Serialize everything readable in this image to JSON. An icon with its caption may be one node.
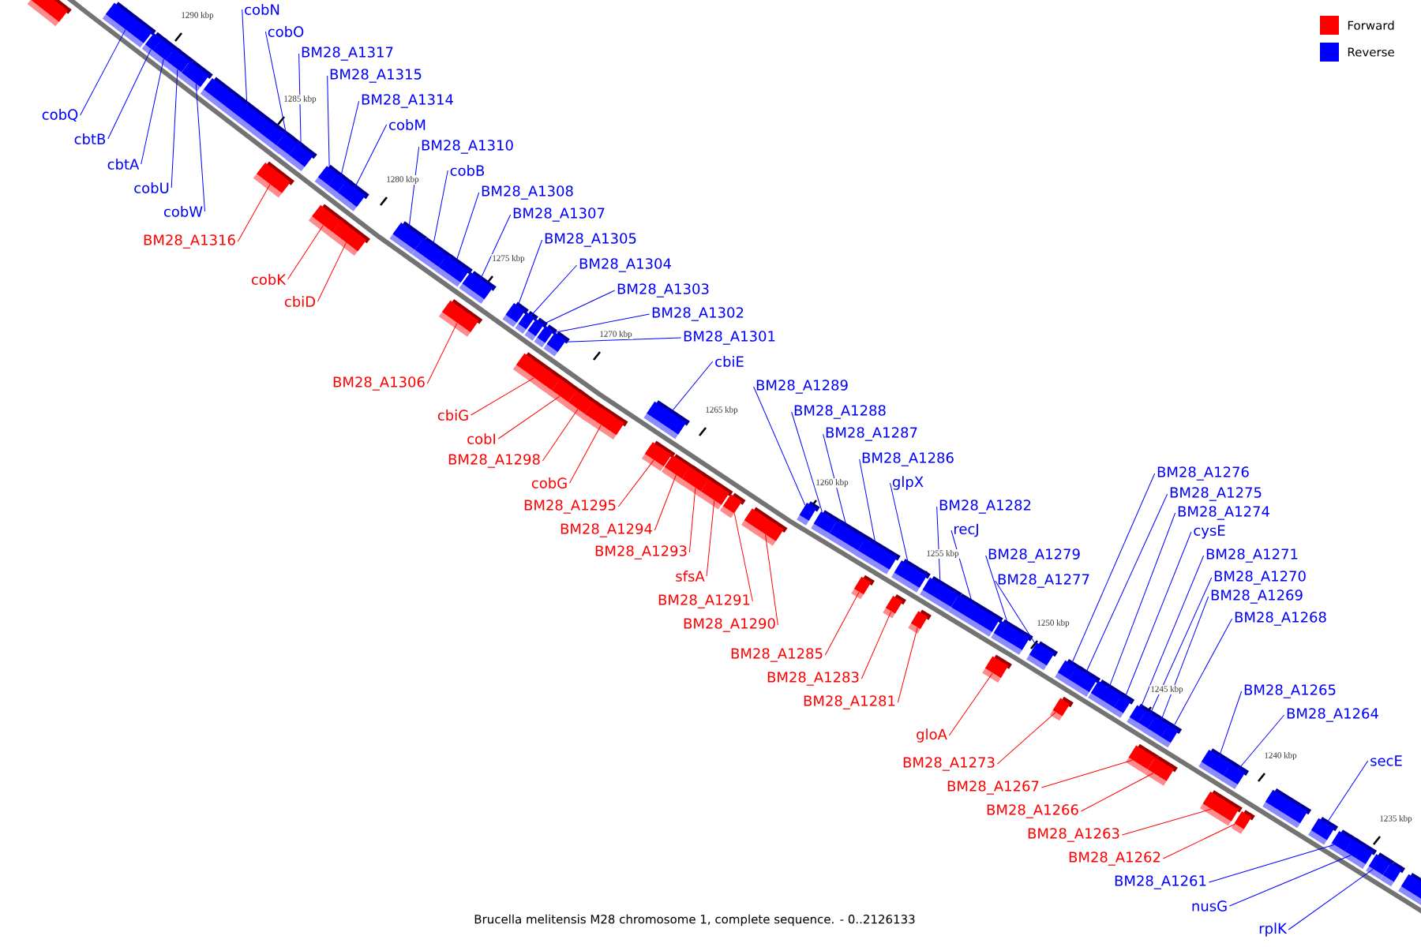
{
  "diagram": {
    "caption": "Brucella melitensis M28 chromosome 1, complete sequence. - 0..2126133",
    "nodes": [
      {
        "text": [
          "cobN"
        ]
      },
      {
        "text": [
          "cobO"
        ]
      },
      {
        "text": [
          "BM28_A1317"
        ]
      },
      {
        "text": [
          "BM28_A1315"
        ]
      },
      {
        "text": [
          "BM28_A1314"
        ]
      },
      {
        "text": [
          "cobM"
        ]
      },
      {
        "text": [
          "BM28_A1310"
        ]
      },
      {
        "text": [
          "cobB"
        ]
      },
      {
        "text": [
          "BM28_A1308"
        ]
      },
      {
        "text": [
          "BM28_A1307"
        ]
      },
      {
        "text": [
          "BM28_A1305"
        ]
      },
      {
        "text": [
          "BM28_A1304"
        ]
      },
      {
        "text": [
          "BM28_A1303"
        ]
      },
      {
        "text": [
          "BM28_A1302"
        ]
      },
      {
        "text": [
          "BM28_A1301"
        ]
      },
      {
        "text": [
          "cbiE"
        ]
      },
      {
        "text": [
          "BM28_A1289"
        ]
      },
      {
        "text": [
          "BM28_A1288"
        ]
      },
      {
        "text": [
          "BM28_A1287"
        ]
      },
      {
        "text": [
          "BM28_A1286"
        ]
      },
      {
        "text": [
          "glpX"
        ]
      },
      {
        "text": [
          "BM28_A1282"
        ]
      },
      {
        "text": [
          "recJ"
        ]
      },
      {
        "text": [
          "BM28_A1279"
        ]
      },
      {
        "text": [
          "BM28_A1277"
        ]
      },
      {
        "text": [
          "BM28_A1276"
        ]
      },
      {
        "text": [
          "BM28_A1275"
        ]
      },
      {
        "text": [
          "BM28_A1274"
        ]
      },
      {
        "text": [
          "cysE"
        ]
      },
      {
        "text": [
          "BM28_A1271"
        ]
      },
      {
        "text": [
          "BM28_A1270"
        ]
      },
      {
        "text": [
          "BM28_A1269"
        ]
      },
      {
        "text": [
          "BM28_A1268"
        ]
      },
      {
        "text": [
          "BM28_A1265"
        ]
      },
      {
        "text": [
          "BM28_A1264"
        ]
      },
      {
        "text": [
          "secE"
        ]
      },
      {
        "text": [
          "cobQ"
        ]
      },
      {
        "text": [
          "cbtB"
        ]
      },
      {
        "text": [
          "cbtA"
        ]
      },
      {
        "text": [
          "cobU"
        ]
      },
      {
        "text": [
          "cobW"
        ]
      },
      {
        "text": [
          "BM28_A1261"
        ]
      },
      {
        "text": [
          "nusG"
        ]
      },
      {
        "text": [
          "rplK"
        ]
      },
      {
        "text": [
          "BM28_A1316"
        ]
      },
      {
        "text": [
          "cobK"
        ]
      },
      {
        "text": [
          "cbiD"
        ]
      },
      {
        "text": [
          "BM28_A1306"
        ]
      },
      {
        "text": [
          "cbiG"
        ]
      },
      {
        "text": [
          "cobI"
        ]
      },
      {
        "text": [
          "BM28_A1298"
        ]
      },
      {
        "text": [
          "cobG"
        ]
      },
      {
        "text": [
          "BM28_A1295"
        ]
      },
      {
        "text": [
          "BM28_A1294"
        ]
      },
      {
        "text": [
          "BM28_A1293"
        ]
      },
      {
        "text": [
          "sfsA"
        ]
      },
      {
        "text": [
          "BM28_A1291"
        ]
      },
      {
        "text": [
          "BM28_A1290"
        ]
      },
      {
        "text": [
          "BM28_A1285"
        ]
      },
      {
        "text": [
          "BM28_A1283"
        ]
      },
      {
        "text": [
          "BM28_A1281"
        ]
      },
      {
        "text": [
          "gloA"
        ]
      },
      {
        "text": [
          "BM28_A1273"
        ]
      },
      {
        "text": [
          "BM28_A1267"
        ]
      },
      {
        "text": [
          "BM28_A1266"
        ]
      },
      {
        "text": [
          "BM28_A1263"
        ]
      },
      {
        "text": [
          "BM28_A1262"
        ]
      },
      {
        "text": [],
        "shape": "box"
      },
      {
        "text": [],
        "shape": "box"
      },
      {
        "text": [],
        "shape": "box"
      },
      {
        "text": [],
        "shape": "box"
      },
      {
        "text": [],
        "shape": "box"
      },
      {
        "text": [],
        "shape": "box"
      },
      {
        "text": [],
        "shape": "box"
      },
      {
        "text": [],
        "shape": "box"
      },
      {
        "text": [],
        "shape": "box"
      },
      {
        "text": [],
        "shape": "box"
      },
      {
        "text": [],
        "shape": "box"
      },
      {
        "text": [],
        "shape": "box"
      },
      {
        "text": [],
        "shape": "box"
      },
      {
        "text": [],
        "shape": "box"
      },
      {
        "text": [],
        "shape": "box"
      },
      {
        "text": [],
        "shape": "box"
      },
      {
        "text": [],
        "shape": "box"
      },
      {
        "text": [],
        "shape": "box"
      },
      {
        "text": [],
        "shape": "box"
      },
      {
        "text": [],
        "shape": "box"
      },
      {
        "text": [],
        "shape": "box"
      },
      {
        "text": [],
        "shape": "box"
      },
      {
        "text": [],
        "shape": "box"
      },
      {
        "text": [],
        "shape": "box"
      },
      {
        "text": [],
        "shape": "box"
      },
      {
        "text": [],
        "shape": "box"
      },
      {
        "text": [],
        "shape": "box"
      },
      {
        "text": [],
        "shape": "box"
      },
      {
        "text": [],
        "shape": "box"
      },
      {
        "text": [],
        "shape": "box"
      },
      {
        "text": [],
        "shape": "box"
      },
      {
        "text": [],
        "shape": "box"
      },
      {
        "text": [],
        "shape": "box"
      },
      {
        "text": [],
        "shape": "box"
      },
      {
        "text": [],
        "shape": "box"
      },
      {
        "text": [],
        "shape": "box"
      },
      {
        "text": [],
        "shape": "box"
      },
      {
        "text": [],
        "shape": "box"
      },
      {
        "text": [],
        "shape": "box"
      },
      {
        "text": [],
        "shape": "box"
      },
      {
        "text": [],
        "shape": "box"
      },
      {
        "text": [],
        "shape": "box"
      },
      {
        "text": [],
        "shape": "box"
      },
      {
        "text": [],
        "shape": "box"
      },
      {
        "text": [],
        "shape": "box"
      },
      {
        "text": [],
        "shape": "box"
      },
      {
        "text": [],
        "shape": "box"
      },
      {
        "text": [],
        "shape": "box"
      },
      {
        "text": [],
        "shape": "box"
      },
      {
        "text": [],
        "shape": "box"
      },
      {
        "text": [],
        "shape": "box"
      },
      {
        "text": [],
        "shape": "box"
      },
      {
        "text": [],
        "shape": "box"
      },
      {
        "text": [],
        "shape": "box"
      },
      {
        "text": [],
        "shape": "box"
      },
      {
        "text": [],
        "shape": "box"
      },
      {
        "text": [],
        "shape": "box"
      },
      {
        "text": [],
        "shape": "box"
      },
      {
        "text": [],
        "shape": "box"
      },
      {
        "text": [],
        "shape": "box"
      },
      {
        "text": [],
        "shape": "box"
      },
      {
        "text": [],
        "shape": "box"
      },
      {
        "text": [],
        "shape": "box"
      },
      {
        "text": [],
        "shape": "box"
      },
      {
        "text": [],
        "shape": "box"
      },
      {
        "text": [],
        "shape": "box"
      },
      {
        "text": [],
        "shape": "box"
      },
      {
        "text": [],
        "shape": "box"
      },
      {
        "text": [],
        "shape": "box"
      },
      {
        "text": [],
        "shape": "box"
      },
      {
        "text": [],
        "shape": "box"
      }
    ],
    "edges": [
      {
        "from": 0,
        "to": 73,
        "arrow": "none",
        "color": "#0000ff"
      },
      {
        "from": 1,
        "to": 74,
        "arrow": "none",
        "color": "#0000ff"
      },
      {
        "from": 2,
        "to": 76,
        "arrow": "none",
        "color": "#0000ff"
      },
      {
        "from": 3,
        "to": 77,
        "arrow": "none",
        "color": "#0000ff"
      },
      {
        "from": 4,
        "to": 78,
        "arrow": "none",
        "color": "#0000ff"
      },
      {
        "from": 5,
        "to": 80,
        "arrow": "none",
        "color": "#0000ff"
      },
      {
        "from": 6,
        "to": 82,
        "arrow": "none",
        "color": "#0000ff"
      },
      {
        "from": 7,
        "to": 83,
        "arrow": "none",
        "color": "#0000ff"
      },
      {
        "from": 8,
        "to": 84,
        "arrow": "none",
        "color": "#0000ff"
      },
      {
        "from": 9,
        "to": 85,
        "arrow": "none",
        "color": "#0000ff"
      },
      {
        "from": 10,
        "to": 87,
        "arrow": "none",
        "color": "#0000ff"
      },
      {
        "from": 11,
        "to": 88,
        "arrow": "none",
        "color": "#0000ff"
      },
      {
        "from": 12,
        "to": 89,
        "arrow": "none",
        "color": "#0000ff"
      },
      {
        "from": 13,
        "to": 90,
        "arrow": "none",
        "color": "#0000ff"
      },
      {
        "from": 14,
        "to": 91,
        "arrow": "none",
        "color": "#0000ff"
      },
      {
        "from": 15,
        "to": 96,
        "arrow": "none",
        "color": "#0000ff"
      },
      {
        "from": 16,
        "to": 103,
        "arrow": "none",
        "color": "#0000ff"
      },
      {
        "from": 17,
        "to": 104,
        "arrow": "none",
        "color": "#0000ff"
      },
      {
        "from": 18,
        "to": 105,
        "arrow": "none",
        "color": "#0000ff"
      },
      {
        "from": 19,
        "to": 106,
        "arrow": "none",
        "color": "#0000ff"
      },
      {
        "from": 20,
        "to": 108,
        "arrow": "none",
        "color": "#0000ff"
      },
      {
        "from": 21,
        "to": 111,
        "arrow": "none",
        "color": "#0000ff"
      },
      {
        "from": 22,
        "to": 112,
        "arrow": "none",
        "color": "#0000ff"
      },
      {
        "from": 23,
        "to": 113,
        "arrow": "none",
        "color": "#0000ff"
      },
      {
        "from": 24,
        "to": 115,
        "arrow": "none",
        "color": "#0000ff"
      },
      {
        "from": 25,
        "to": 116,
        "arrow": "none",
        "color": "#0000ff"
      },
      {
        "from": 26,
        "to": 118,
        "arrow": "none",
        "color": "#0000ff"
      },
      {
        "from": 27,
        "to": 119,
        "arrow": "none",
        "color": "#0000ff"
      },
      {
        "from": 28,
        "to": 120,
        "arrow": "none",
        "color": "#0000ff"
      },
      {
        "from": 29,
        "to": 121,
        "arrow": "none",
        "color": "#0000ff"
      },
      {
        "from": 30,
        "to": 122,
        "arrow": "none",
        "color": "#0000ff"
      },
      {
        "from": 31,
        "to": 123,
        "arrow": "none",
        "color": "#0000ff"
      },
      {
        "from": 32,
        "to": 125,
        "arrow": "none",
        "color": "#0000ff"
      },
      {
        "from": 33,
        "to": 127,
        "arrow": "none",
        "color": "#0000ff"
      },
      {
        "from": 34,
        "to": 128,
        "arrow": "none",
        "color": "#0000ff"
      },
      {
        "from": 35,
        "to": 132,
        "arrow": "none",
        "color": "#0000ff"
      },
      {
        "from": 36,
        "to": 68,
        "arrow": "none",
        "color": "#0000ff"
      },
      {
        "from": 37,
        "to": 69,
        "arrow": "none",
        "color": "#0000ff"
      },
      {
        "from": 38,
        "to": 70,
        "arrow": "none",
        "color": "#0000ff"
      },
      {
        "from": 39,
        "to": 71,
        "arrow": "none",
        "color": "#0000ff"
      },
      {
        "from": 40,
        "to": 72,
        "arrow": "none",
        "color": "#0000ff"
      },
      {
        "from": 41,
        "to": 133,
        "arrow": "none",
        "color": "#0000ff"
      },
      {
        "from": 42,
        "to": 134,
        "arrow": "none",
        "color": "#0000ff"
      },
      {
        "from": 43,
        "to": 135,
        "arrow": "none",
        "color": "#0000ff"
      },
      {
        "from": 44,
        "to": 75,
        "arrow": "none",
        "color": "#ff0000"
      },
      {
        "from": 45,
        "to": 79,
        "arrow": "none",
        "color": "#ff0000"
      },
      {
        "from": 46,
        "to": 81,
        "arrow": "none",
        "color": "#ff0000"
      },
      {
        "from": 47,
        "to": 86,
        "arrow": "none",
        "color": "#ff0000"
      },
      {
        "from": 48,
        "to": 92,
        "arrow": "none",
        "color": "#ff0000"
      },
      {
        "from": 49,
        "to": 93,
        "arrow": "none",
        "color": "#ff0000"
      },
      {
        "from": 50,
        "to": 94,
        "arrow": "none",
        "color": "#ff0000"
      },
      {
        "from": 51,
        "to": 95,
        "arrow": "none",
        "color": "#ff0000"
      },
      {
        "from": 52,
        "to": 97,
        "arrow": "none",
        "color": "#ff0000"
      },
      {
        "from": 53,
        "to": 98,
        "arrow": "none",
        "color": "#ff0000"
      },
      {
        "from": 54,
        "to": 99,
        "arrow": "none",
        "color": "#ff0000"
      },
      {
        "from": 55,
        "to": 100,
        "arrow": "none",
        "color": "#ff0000"
      },
      {
        "from": 56,
        "to": 101,
        "arrow": "none",
        "color": "#ff0000"
      },
      {
        "from": 57,
        "to": 102,
        "arrow": "none",
        "color": "#ff0000"
      },
      {
        "from": 58,
        "to": 107,
        "arrow": "none",
        "color": "#ff0000"
      },
      {
        "from": 59,
        "to": 109,
        "arrow": "none",
        "color": "#ff0000"
      },
      {
        "from": 60,
        "to": 110,
        "arrow": "none",
        "color": "#ff0000"
      },
      {
        "from": 61,
        "to": 114,
        "arrow": "none",
        "color": "#ff0000"
      },
      {
        "from": 62,
        "to": 117,
        "arrow": "none",
        "color": "#ff0000"
      },
      {
        "from": 63,
        "to": 124,
        "arrow": "none",
        "color": "#ff0000"
      },
      {
        "from": 64,
        "to": 126,
        "arrow": "none",
        "color": "#ff0000"
      },
      {
        "from": 65,
        "to": 129,
        "arrow": "none",
        "color": "#ff0000"
      },
      {
        "from": 66,
        "to": 130,
        "arrow": "none",
        "color": "#ff0000"
      }
    ],
    "labels": [
      "1290 kbp",
      "1285 kbp",
      "1280 kbp",
      "1275 kbp",
      "1270 kbp",
      "1265 kbp",
      "1260 kbp",
      "1255 kbp",
      "1250 kbp",
      "1245 kbp",
      "1240 kbp",
      "1235 kbp"
    ],
    "legend": [
      {
        "text": "Forward",
        "color": "#ff0000"
      },
      {
        "text": "Reverse",
        "color": "#0000ff"
      }
    ]
  }
}
